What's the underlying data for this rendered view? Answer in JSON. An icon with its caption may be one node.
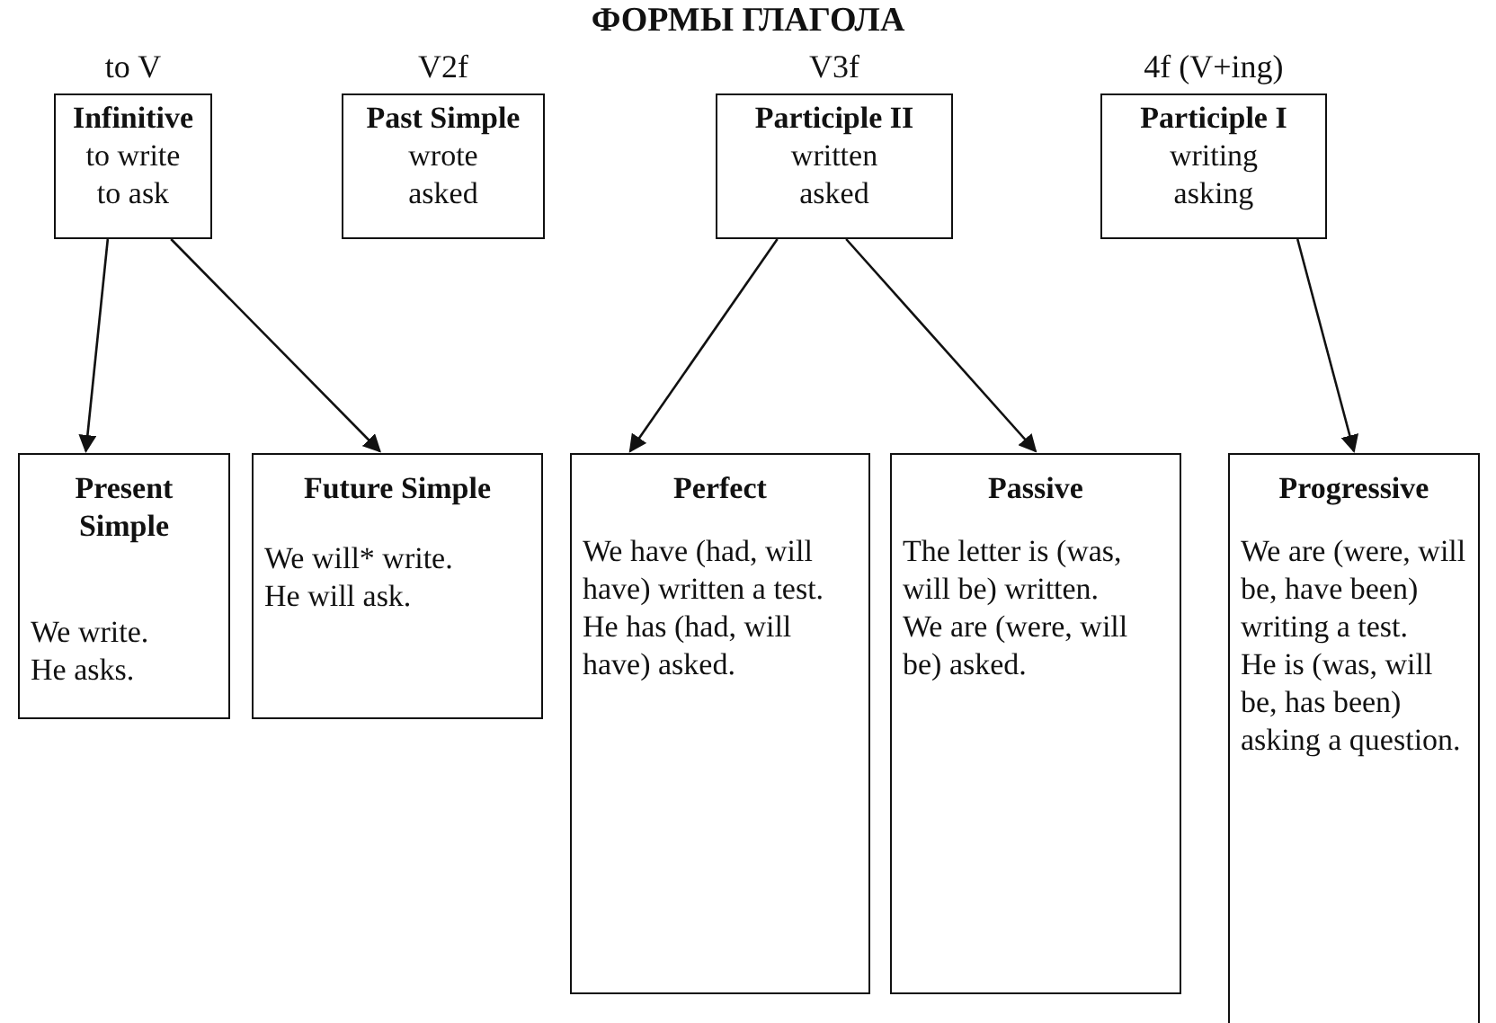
{
  "diagram": {
    "title": "ФОРМЫ ГЛАГОЛА",
    "nodes": [
      {
        "text": [
          "Infinitive",
          "to write",
          "to ask"
        ],
        "beside": [
          "to V"
        ]
      },
      {
        "text": [
          "Past Simple",
          "wrote",
          "asked"
        ],
        "beside": [
          "V2f"
        ]
      },
      {
        "text": [
          "Participle II",
          "written",
          "asked"
        ],
        "beside": [
          "V3f"
        ]
      },
      {
        "text": [
          "Participle I",
          "writing",
          "asking"
        ],
        "beside": [
          "4f (V+ing)"
        ]
      },
      {
        "text": [
          "Present Simple",
          "We write.",
          "He asks."
        ]
      },
      {
        "text": [
          "Future Simple",
          "We will* write.",
          "He will ask."
        ]
      },
      {
        "text": [
          "Perfect",
          "We have (had, will have) written a test.",
          "He has (had, will have) asked."
        ]
      },
      {
        "text": [
          "Passive",
          "The letter is (was, will be) written.",
          "We are (were, will be) asked."
        ]
      },
      {
        "text": [
          "Progressive",
          "We are (were, will be, have been) writing a test.",
          "He is (was, will be, has been) asking a question."
        ]
      }
    ],
    "edges": [
      {
        "from": 0,
        "to": 4,
        "arrow": "to"
      },
      {
        "from": 0,
        "to": 5,
        "arrow": "to"
      },
      {
        "from": 2,
        "to": 6,
        "arrow": "to"
      },
      {
        "from": 2,
        "to": 7,
        "arrow": "to"
      },
      {
        "from": 3,
        "to": 8,
        "arrow": "to"
      }
    ]
  }
}
